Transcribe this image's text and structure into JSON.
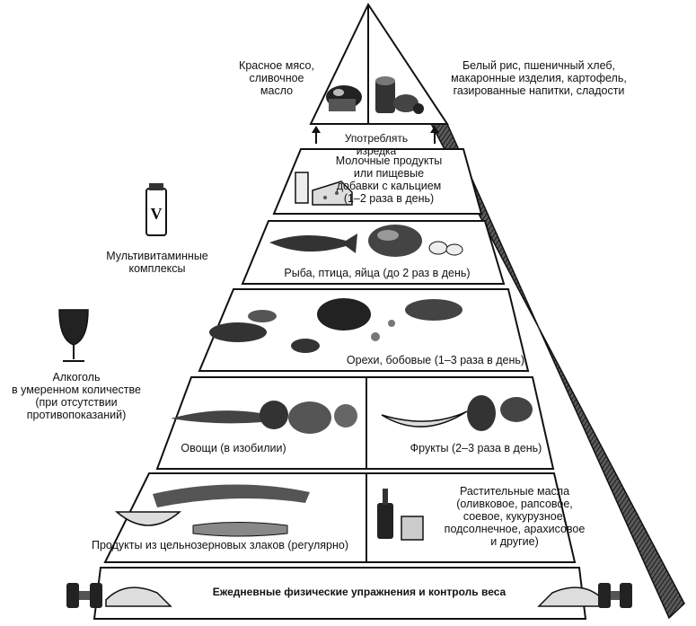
{
  "top": {
    "left_label": "Красное мясо,\nсливочное\nмасло",
    "right_label": "Белый рис, пшеничный хлеб,\nмакаронные изделия, картофель,\nгазированные напитки, сладости",
    "rarely": "Употреблять изредка"
  },
  "tiers": {
    "dairy": "Молочные продукты\nили пищевые\nдобавки с кальцием\n(1–2 раза в день)",
    "fish": "Рыба, птица, яйца (до 2 раз в день)",
    "nuts": "Орехи, бобовые (1–3 раза в день)",
    "vegetables": "Овощи (в изобилии)",
    "fruits": "Фрукты (2–3 раза в день)",
    "grains": "Продукты из цельнозерновых злаков (регулярно)",
    "oils": "Растительные масла\n(оливковое, рапсовое,\nсоевое, кукурузное,\nподсолнечное, арахисовое\nи другие)",
    "base": "Ежедневные физические упражнения и контроль веса"
  },
  "side": {
    "vitamins": "Мультивитаминные\nкомплексы",
    "vitamin_letter": "V",
    "alcohol": "Алкоголь\nв умеренном количестве\n(при отсутствии\nпротивопоказаний)"
  }
}
